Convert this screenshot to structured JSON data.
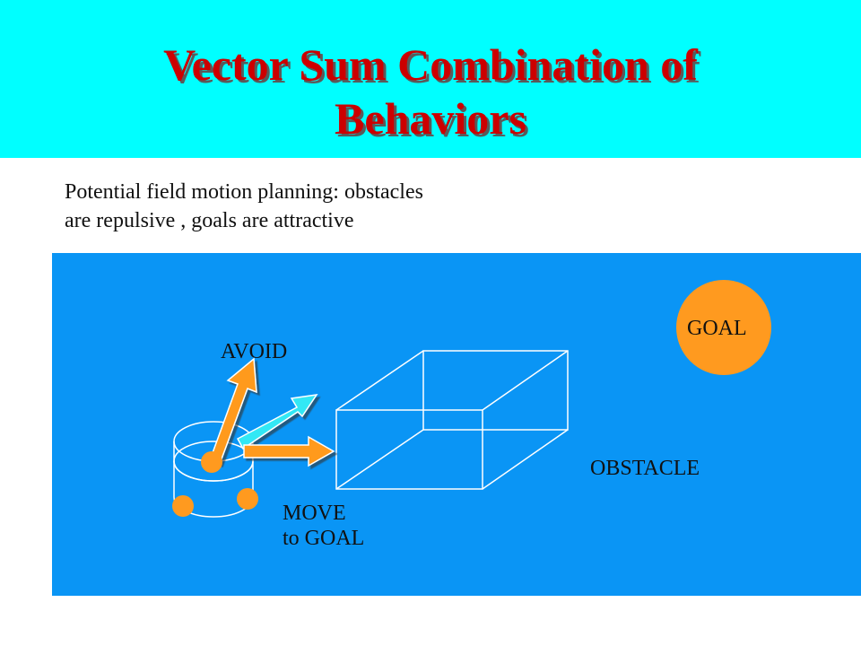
{
  "title": {
    "line1": "Vector Sum Combination of",
    "line2": "Behaviors"
  },
  "subtitle": {
    "line1": "Potential field motion planning: obstacles",
    "line2": "are repulsive , goals are attractive"
  },
  "labels": {
    "goal": "GOAL",
    "avoid": "AVOID",
    "obstacle": "OBSTACLE",
    "move_line1": "MOVE",
    "move_line2": "to GOAL"
  },
  "colors": {
    "title_bar": "#00ffff",
    "title_text": "#cc0000",
    "panel": "#0a95f5",
    "arrow_orange": "#ff9a1f",
    "arrow_cyan": "#33e8f5",
    "goal_circle": "#ff9a1f"
  }
}
